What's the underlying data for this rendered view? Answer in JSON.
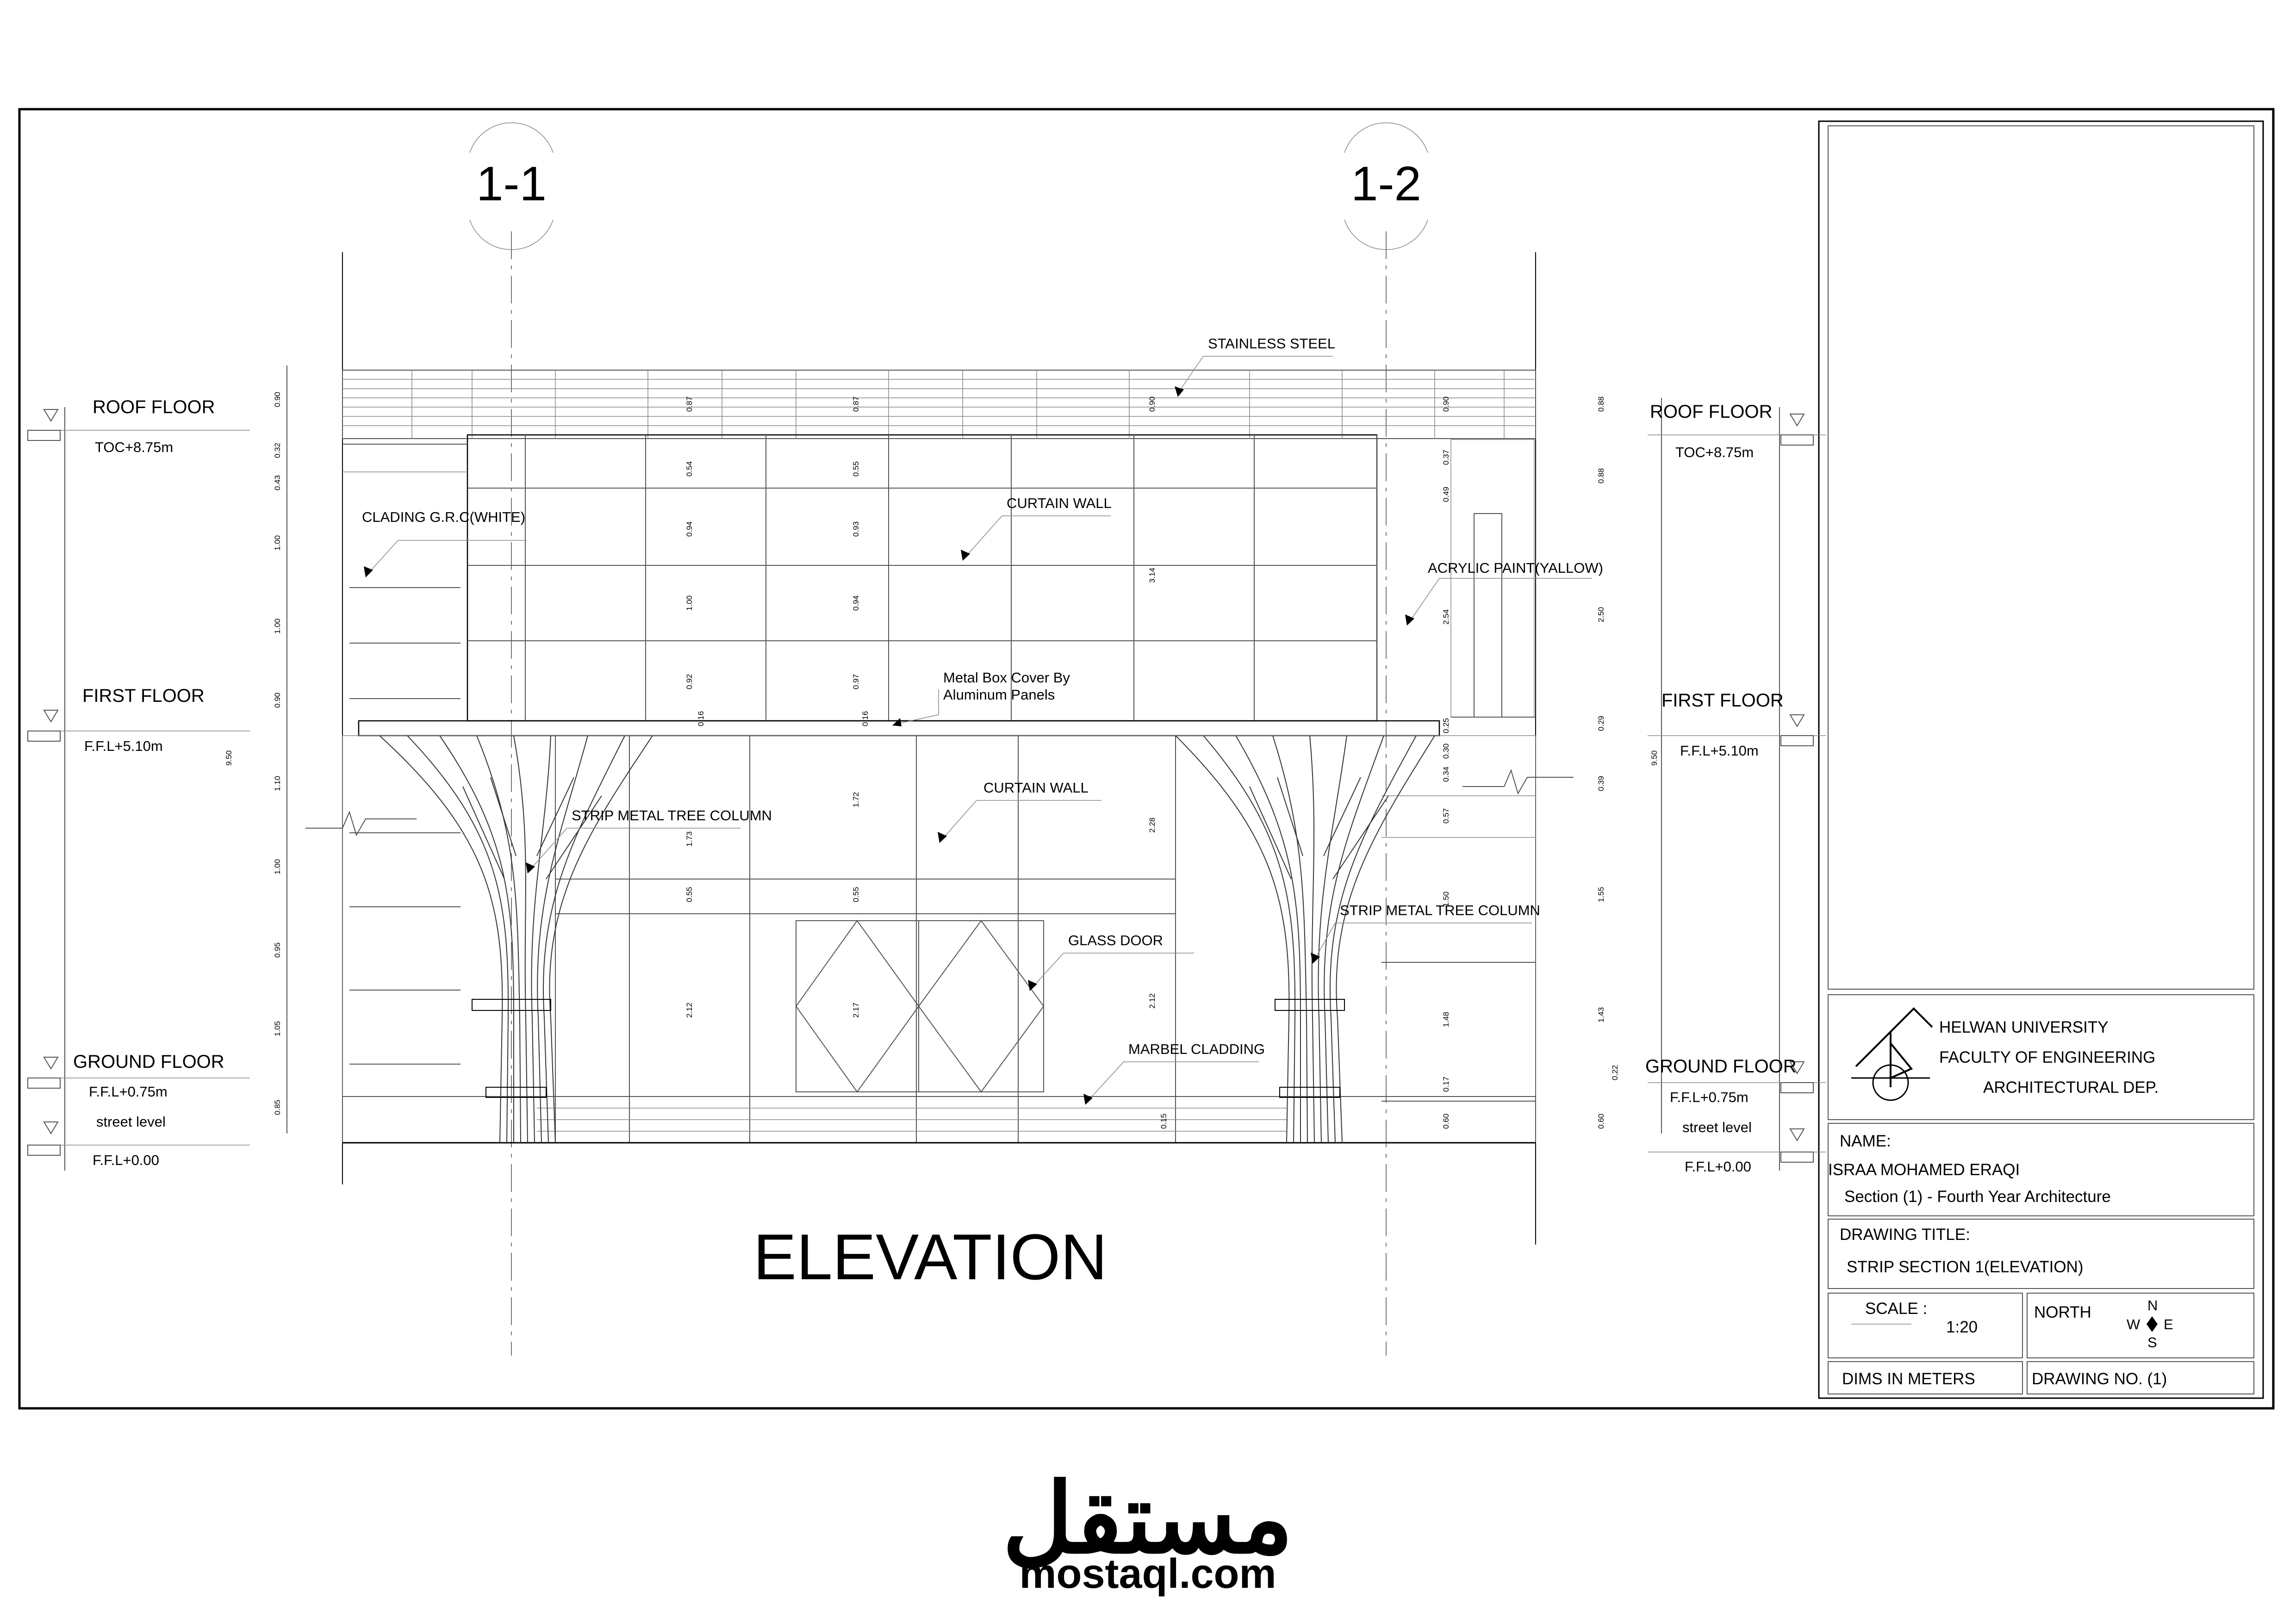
{
  "section_markers": [
    "1-1",
    "1-2"
  ],
  "title": "ELEVATION",
  "left_levels": {
    "roof": "ROOF FLOOR",
    "roof_value": "TOC+8.75m",
    "first": "FIRST FLOOR",
    "first_value": "F.F.L+5.10m",
    "ground": "GROUND FLOOR",
    "ground_value": "F.F.L+0.75m",
    "street": "street level",
    "street_value": "F.F.L+0.00"
  },
  "right_levels": {
    "roof": "ROOF FLOOR",
    "roof_value": "TOC+8.75m",
    "first": "FIRST FLOOR",
    "first_value": "F.F.L+5.10m",
    "ground": "GROUND FLOOR",
    "ground_value": "F.F.L+0.75m",
    "street": "street level",
    "street_value": "F.F.L+0.00"
  },
  "annotations": {
    "stainless_steel": "STAINLESS STEEL",
    "curtain_wall_upper": "CURTAIN WALL",
    "cladding": "CLADING G.R.C(WHITE)",
    "acrylic": "ACRYLIC PAINT(YALLOW)",
    "metal_box_1": "Metal Box Cover By",
    "metal_box_2": "Aluminum Panels",
    "curtain_wall_lower": "CURTAIN WALL",
    "tree_column_left": "STRIP METAL TREE COLUMN",
    "tree_column_right": "STRIP METAL TREE COLUMN",
    "glass_door": "GLASS DOOR",
    "marble": "MARBEL CLADDING"
  },
  "dimensions": {
    "left_chain": [
      "0.90",
      "0.32",
      "0.43",
      "1.00",
      "1.00",
      "0.90",
      "1.10",
      "1.00",
      "0.95",
      "1.05",
      "0.85"
    ],
    "left_total": "9.50",
    "col1": [
      "0.87",
      "0.54",
      "0.94",
      "1.00",
      "0.92",
      "0.16",
      "1.73",
      "0.55",
      "2.12"
    ],
    "col2": [
      "0.87",
      "0.55",
      "0.93",
      "0.94",
      "0.97",
      "0.16",
      "1.72",
      "0.55",
      "2.17"
    ],
    "col3": [
      "0.90",
      "3.14",
      "2.28",
      "2.12",
      "0.15"
    ],
    "col4": [
      "0.90",
      "0.37",
      "0.49",
      "2.54",
      "0.25",
      "0.30",
      "0.34",
      "0.57",
      "1.50",
      "1.48",
      "0.17",
      "0.60"
    ],
    "right_chain": [
      "0.88",
      "0.88",
      "2.50",
      "0.29",
      "0.39",
      "1.55",
      "1.43",
      "0.22",
      "0.60"
    ],
    "right_total": "9.50"
  },
  "title_block": {
    "university": "HELWAN UNIVERSITY",
    "faculty": "FACULTY OF ENGINEERING",
    "department": "ARCHITECTURAL DEP.",
    "name_label": "NAME:",
    "name": "ISRAA MOHAMED ERAQI",
    "section": "Section (1) - Fourth Year Architecture",
    "drawing_title_label": "DRAWING TITLE:",
    "drawing_title": "STRIP SECTION 1(ELEVATION)",
    "scale_label": "SCALE :",
    "scale": "1:20",
    "north_label": "NORTH",
    "compass": {
      "n": "N",
      "s": "S",
      "e": "E",
      "w": "W"
    },
    "dims_label": "DIMS IN METERS",
    "drawing_no": "DRAWING NO. (1)"
  },
  "watermark": {
    "arabic": "مستقل",
    "latin": "mostaql.com"
  }
}
